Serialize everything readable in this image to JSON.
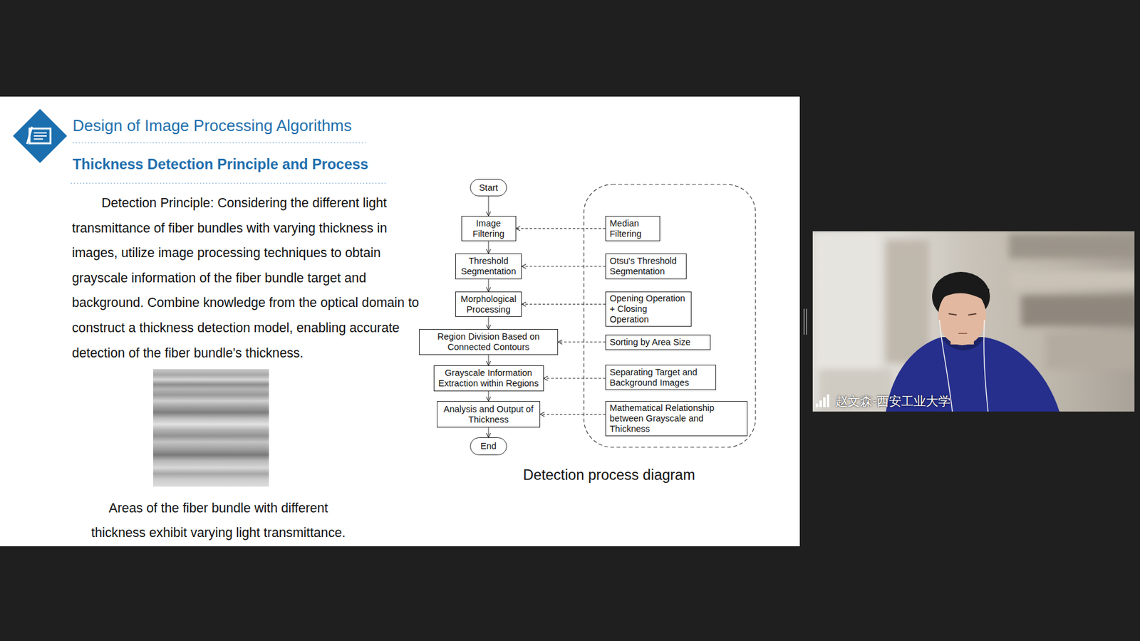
{
  "diagram": {
    "title": "Design of Image Processing Algorithms",
    "caption": "Detection process diagram",
    "nodes": [
      {
        "text": [
          "Start"
        ]
      },
      {
        "text": [
          "Image Filtering"
        ]
      },
      {
        "text": [
          "Median Filtering"
        ]
      },
      {
        "text": [
          "Threshold Segmentation"
        ]
      },
      {
        "text": [
          "Otsu's Threshold Segmentation"
        ]
      },
      {
        "text": [
          "Morphological Processing"
        ]
      },
      {
        "text": [
          "Opening Operation + Closing Operation"
        ]
      },
      {
        "text": [
          "Region Division Based on Connected Contours"
        ]
      },
      {
        "text": [
          "Sorting by Area Size"
        ]
      },
      {
        "text": [
          "Grayscale Information Extraction within Regions"
        ]
      },
      {
        "text": [
          "Separating Target and Background Images"
        ]
      },
      {
        "text": [
          "Analysis and Output of Thickness"
        ]
      },
      {
        "text": [
          "Mathematical Relationship between Grayscale and Thickness"
        ]
      },
      {
        "text": [
          "End"
        ]
      }
    ],
    "edges": [
      {
        "from": 0,
        "to": 1,
        "arrow": "to"
      },
      {
        "from": 1,
        "to": 3,
        "arrow": "to"
      },
      {
        "from": 3,
        "to": 5,
        "arrow": "to"
      },
      {
        "from": 5,
        "to": 7,
        "arrow": "to"
      },
      {
        "from": 7,
        "to": 9,
        "arrow": "to"
      },
      {
        "from": 9,
        "to": 11,
        "arrow": "to"
      },
      {
        "from": 11,
        "to": 13,
        "arrow": "to"
      },
      {
        "from": 2,
        "to": 1,
        "arrow": "to"
      },
      {
        "from": 4,
        "to": 3,
        "arrow": "to"
      },
      {
        "from": 6,
        "to": 5,
        "arrow": "to"
      },
      {
        "from": 8,
        "to": 7,
        "arrow": "to"
      },
      {
        "from": 10,
        "to": 9,
        "arrow": "to"
      },
      {
        "from": 12,
        "to": 11,
        "arrow": "to"
      }
    ],
    "labels": [
      "Thickness Detection Principle and Process",
      "Detection Principle: Considering the different light transmittance of fiber bundles with varying thickness in images, utilize image processing techniques to obtain grayscale information of the fiber bundle target and background. Combine knowledge from the optical domain to construct a thickness detection model, enabling accurate detection of the fiber bundle's thickness.",
      "Areas of the fiber bundle with different thickness exhibit varying light transmittance.",
      "赵文森-西安工业大学"
    ]
  }
}
